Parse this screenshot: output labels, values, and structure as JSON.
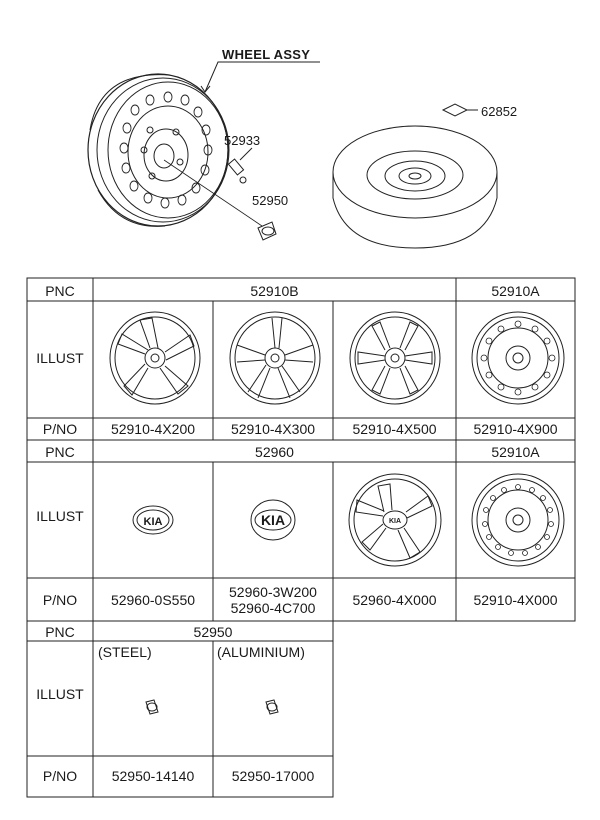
{
  "top": {
    "wheel_assy_label": "WHEEL ASSY",
    "callouts": {
      "valve": "52933",
      "nut": "52950",
      "tire": "62852"
    }
  },
  "table1": {
    "pnc_label": "PNC",
    "illust_label": "ILLUST",
    "pno_label": "P/NO",
    "pnc_main": "52910B",
    "pnc_right": "52910A",
    "parts": [
      "52910-4X200",
      "52910-4X300",
      "52910-4X500",
      "52910-4X900"
    ]
  },
  "table2": {
    "pnc_label": "PNC",
    "illust_label": "ILLUST",
    "pno_label": "P/NO",
    "pnc_main": "52960",
    "pnc_right": "52910A",
    "emblem_text": "KIA",
    "parts": [
      "52960-0S550",
      "52960-3W200",
      "52960-4C700",
      "52960-4X000",
      "52910-4X000"
    ]
  },
  "table3": {
    "pnc_label": "PNC",
    "illust_label": "ILLUST",
    "pno_label": "P/NO",
    "pnc_main": "52950",
    "steel_label": "(STEEL)",
    "alu_label": "(ALUMINIUM)",
    "parts": [
      "52950-14140",
      "52950-17000"
    ]
  }
}
